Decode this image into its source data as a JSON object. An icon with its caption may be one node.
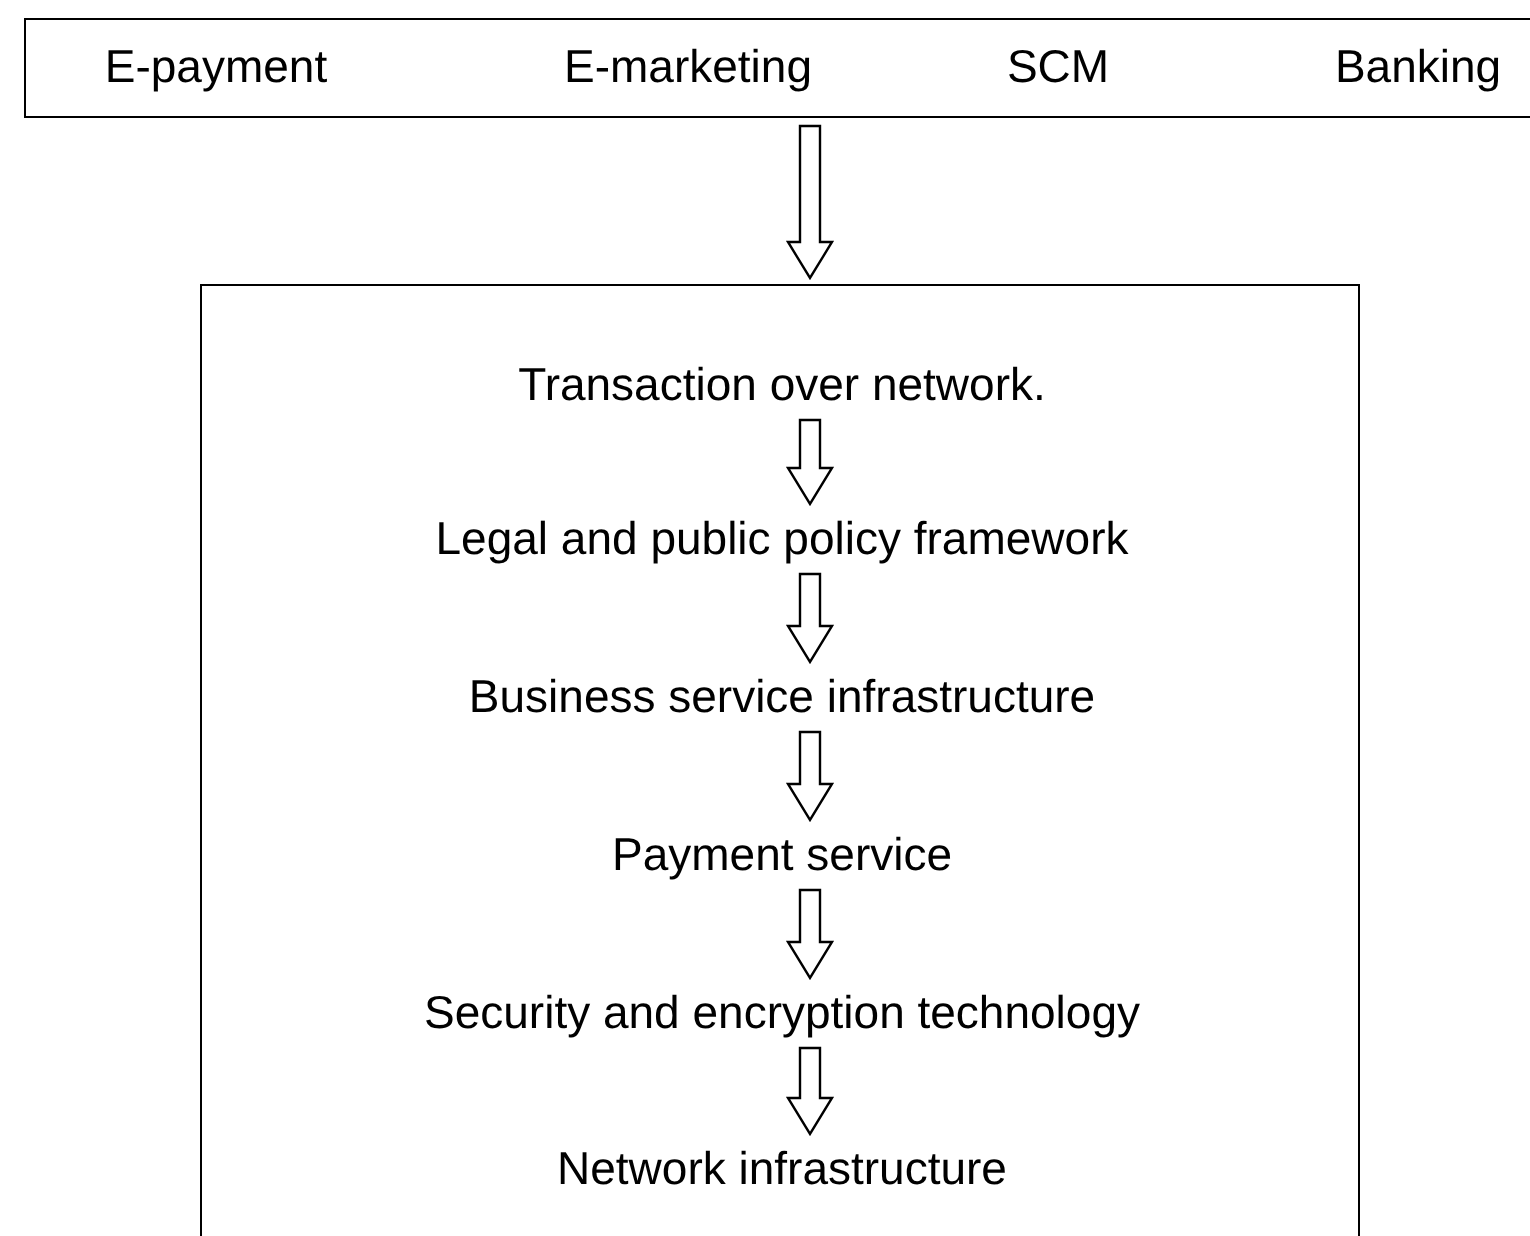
{
  "diagram": {
    "nodes": [
      {
        "text": [
          "E-payment",
          "E-marketing",
          "SCM",
          "Banking"
        ]
      },
      {
        "text": [],
        "shape": "box"
      },
      {
        "text": [
          "Transaction over network."
        ],
        "in": 1
      },
      {
        "text": [
          "Legal and public policy framework"
        ],
        "in": 1
      },
      {
        "text": [
          "Business service infrastructure"
        ],
        "in": 1
      },
      {
        "text": [
          "Payment service"
        ],
        "in": 1
      },
      {
        "text": [
          "Security and encryption technology"
        ],
        "in": 1
      },
      {
        "text": [
          "Network infrastructure"
        ],
        "in": 1
      }
    ],
    "edges": [
      {
        "from": 0,
        "to": 1,
        "arrow": "to"
      },
      {
        "from": 2,
        "to": 3,
        "arrow": "to"
      },
      {
        "from": 3,
        "to": 4,
        "arrow": "to"
      },
      {
        "from": 4,
        "to": 5,
        "arrow": "to"
      },
      {
        "from": 5,
        "to": 6,
        "arrow": "to"
      },
      {
        "from": 6,
        "to": 7,
        "arrow": "to"
      }
    ]
  }
}
